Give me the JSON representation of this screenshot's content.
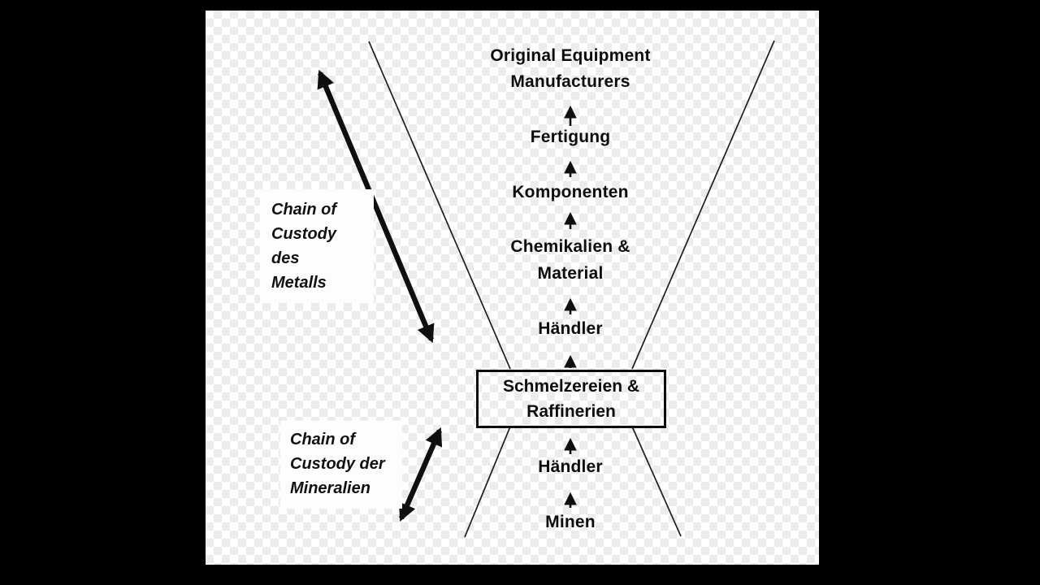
{
  "diagram": {
    "oem": {
      "line1": "Original Equipment",
      "line2": "Manufacturers"
    },
    "fertigung": "Fertigung",
    "komponenten": "Komponenten",
    "chemikalien": {
      "line1": "Chemikalien &",
      "line2": "Material"
    },
    "haendler_upper": "Händler",
    "smelter_box": {
      "line1": "Schmelzereien &",
      "line2": "Raffinerien"
    },
    "haendler_lower": "Händler",
    "minen": "Minen",
    "label_metals": {
      "line1": "Chain of",
      "line2": "Custody",
      "line3": "des",
      "line4": "Metalls"
    },
    "label_minerals": {
      "line1": "Chain of",
      "line2": "Custody der",
      "line3": "Mineralien"
    },
    "colors": {
      "background": "#000000",
      "checker_light": "#ffffff",
      "checker_gray": "#ececec",
      "text": "#0d0d0d",
      "line": "#1a1a1a"
    }
  }
}
